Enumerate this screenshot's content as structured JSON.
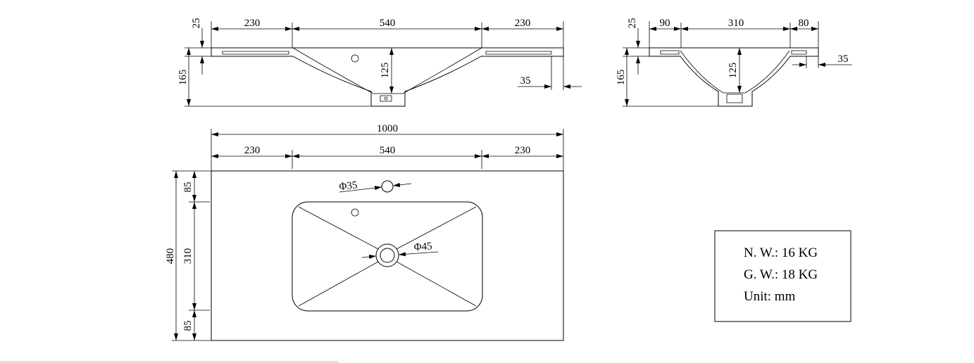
{
  "side_view": {
    "top_dims": [
      "230",
      "540",
      "230"
    ],
    "rim_thickness": "25",
    "total_height": "165",
    "basin_depth": "125",
    "overhang": "35"
  },
  "end_view": {
    "top_dims": [
      "90",
      "310",
      "80"
    ],
    "rim_thickness": "25",
    "total_height": "165",
    "basin_depth": "125",
    "overhang": "35"
  },
  "plan_view": {
    "total_width": "1000",
    "width_dims": [
      "230",
      "540",
      "230"
    ],
    "total_depth": "480",
    "depth_dims": [
      "85",
      "310",
      "85"
    ],
    "tap_hole": "Φ35",
    "drain_hole": "Φ45"
  },
  "spec_box": {
    "net_weight": "N. W.: 16 KG",
    "gross_weight": "G. W.: 18 KG",
    "unit": "Unit: mm"
  }
}
